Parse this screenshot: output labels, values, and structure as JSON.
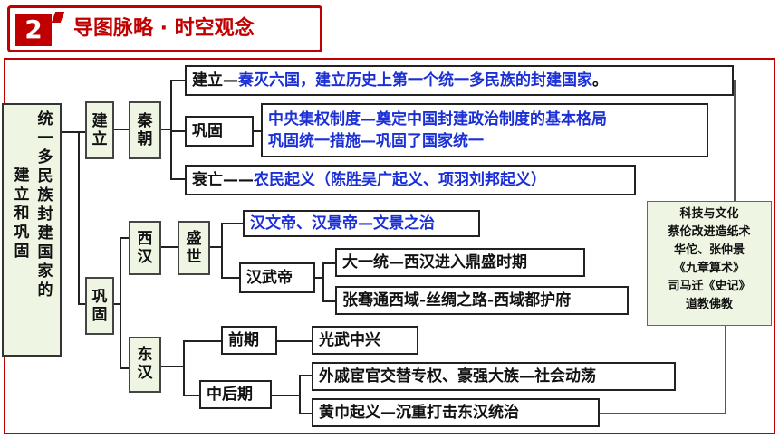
{
  "header": {
    "badge": "2",
    "title": "导图脉略 · 时空观念"
  },
  "root": {
    "col1": "统一多民族封建国家的",
    "col2": "建立和巩固"
  },
  "level1": {
    "establish": "建立",
    "consolidate": "巩固"
  },
  "qin": {
    "label": "秦朝",
    "establish": {
      "key": "建立",
      "dash": "—",
      "text": "秦灭六国，建立历史上第一个统一多民族的封建国家",
      "tail": "。"
    },
    "consolidate": {
      "key": "巩固",
      "line1": "中央集权制度—奠定中国封建政治制度的基本格局",
      "line2": "巩固统一措施—巩固了国家统一"
    },
    "decline": {
      "key": "衰亡",
      "dash": "——",
      "text": "农民起义（陈胜吴广起义、项羽刘邦起义）"
    }
  },
  "western_han": {
    "label": "西汉",
    "prosperity": "盛世",
    "wenjing": "汉文帝、汉景帝—文景之治",
    "wudi": "汉武帝",
    "wudi_items": [
      "大一统—西汉进入鼎盛时期",
      "张骞通西域-丝绸之路-西域都护府"
    ]
  },
  "eastern_han": {
    "label": "东汉",
    "early": {
      "key": "前期",
      "text": "光武中兴"
    },
    "late": {
      "key": "中后期",
      "items": [
        "外戚宦官交替专权、豪强大族—社会动荡",
        "黄巾起义—沉重打击东汉统治"
      ]
    }
  },
  "sci_culture": [
    "科技与文化",
    "蔡伦改进造纸术",
    "华佗、张仲景",
    "《九章算术》",
    "司马迁《史记》",
    "道教佛教"
  ]
}
